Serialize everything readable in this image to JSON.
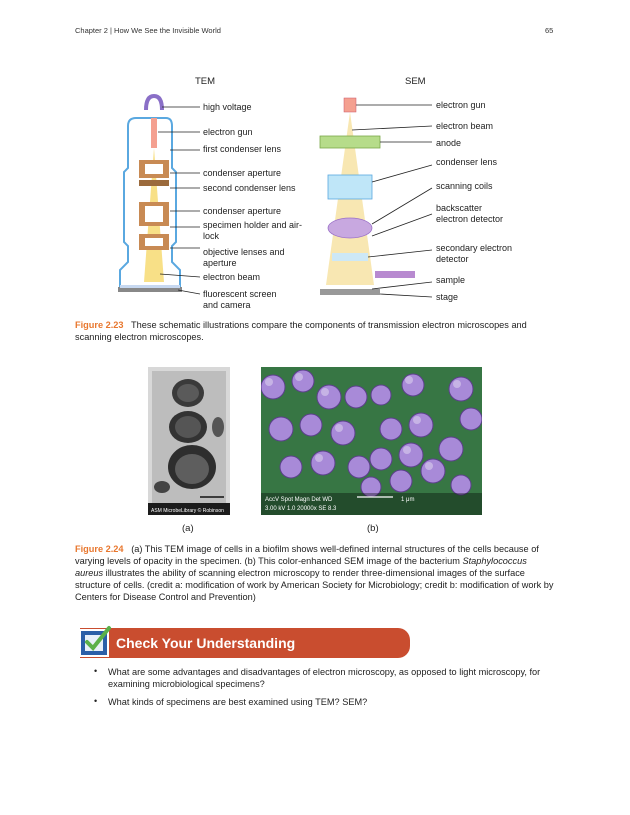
{
  "header": {
    "chapter": "Chapter 2 | How We See the Invisible World",
    "page": "65"
  },
  "tem": {
    "title": "TEM",
    "labels": [
      "high voltage",
      "electron gun",
      "first condenser lens",
      "condenser aperture",
      "second condenser lens",
      "condenser aperture",
      "specimen holder and air-lock",
      "objective lenses and aperture",
      "electron beam",
      "fluorescent screen and camera"
    ]
  },
  "sem": {
    "title": "SEM",
    "labels": [
      "electron gun",
      "electron beam",
      "anode",
      "condenser lens",
      "scanning coils",
      "backscatter electron detector",
      "secondary electron detector",
      "sample",
      "stage"
    ]
  },
  "fig223": {
    "num": "Figure 2.23",
    "text": "These schematic illustrations compare the components of transmission electron microscopes and scanning electron microscopes."
  },
  "photos": {
    "a_label": "(a)",
    "b_label": "(b)",
    "a_credit": "ASM MicrobeLibrary © Robinson",
    "b_info1": "AccV   Spot Magn    Det  WD",
    "b_info2": "3.00 kV  1.0   20000x  SE   8.3",
    "b_scale": "1 μm"
  },
  "fig224": {
    "num": "Figure 2.24",
    "part1": "(a) This TEM image of cells in a biofilm shows well-defined internal structures of the cells because of varying levels of opacity in the specimen. (b) This color-enhanced SEM image of the bacterium ",
    "italic": "Staphylococcus aureus",
    "part2": " illustrates the ability of scanning electron microscopy to render three-dimensional images of the surface structure of cells. (credit a: modification of work by American Society for Microbiology; credit b: modification of work by Centers for Disease Control and Prevention)"
  },
  "cyu": {
    "title": "Check Your Understanding",
    "q1": "What are some advantages and disadvantages of electron microscopy, as opposed to light microscopy, for examining microbiological specimens?",
    "q2": "What kinds of specimens are best examined using TEM? SEM?"
  }
}
